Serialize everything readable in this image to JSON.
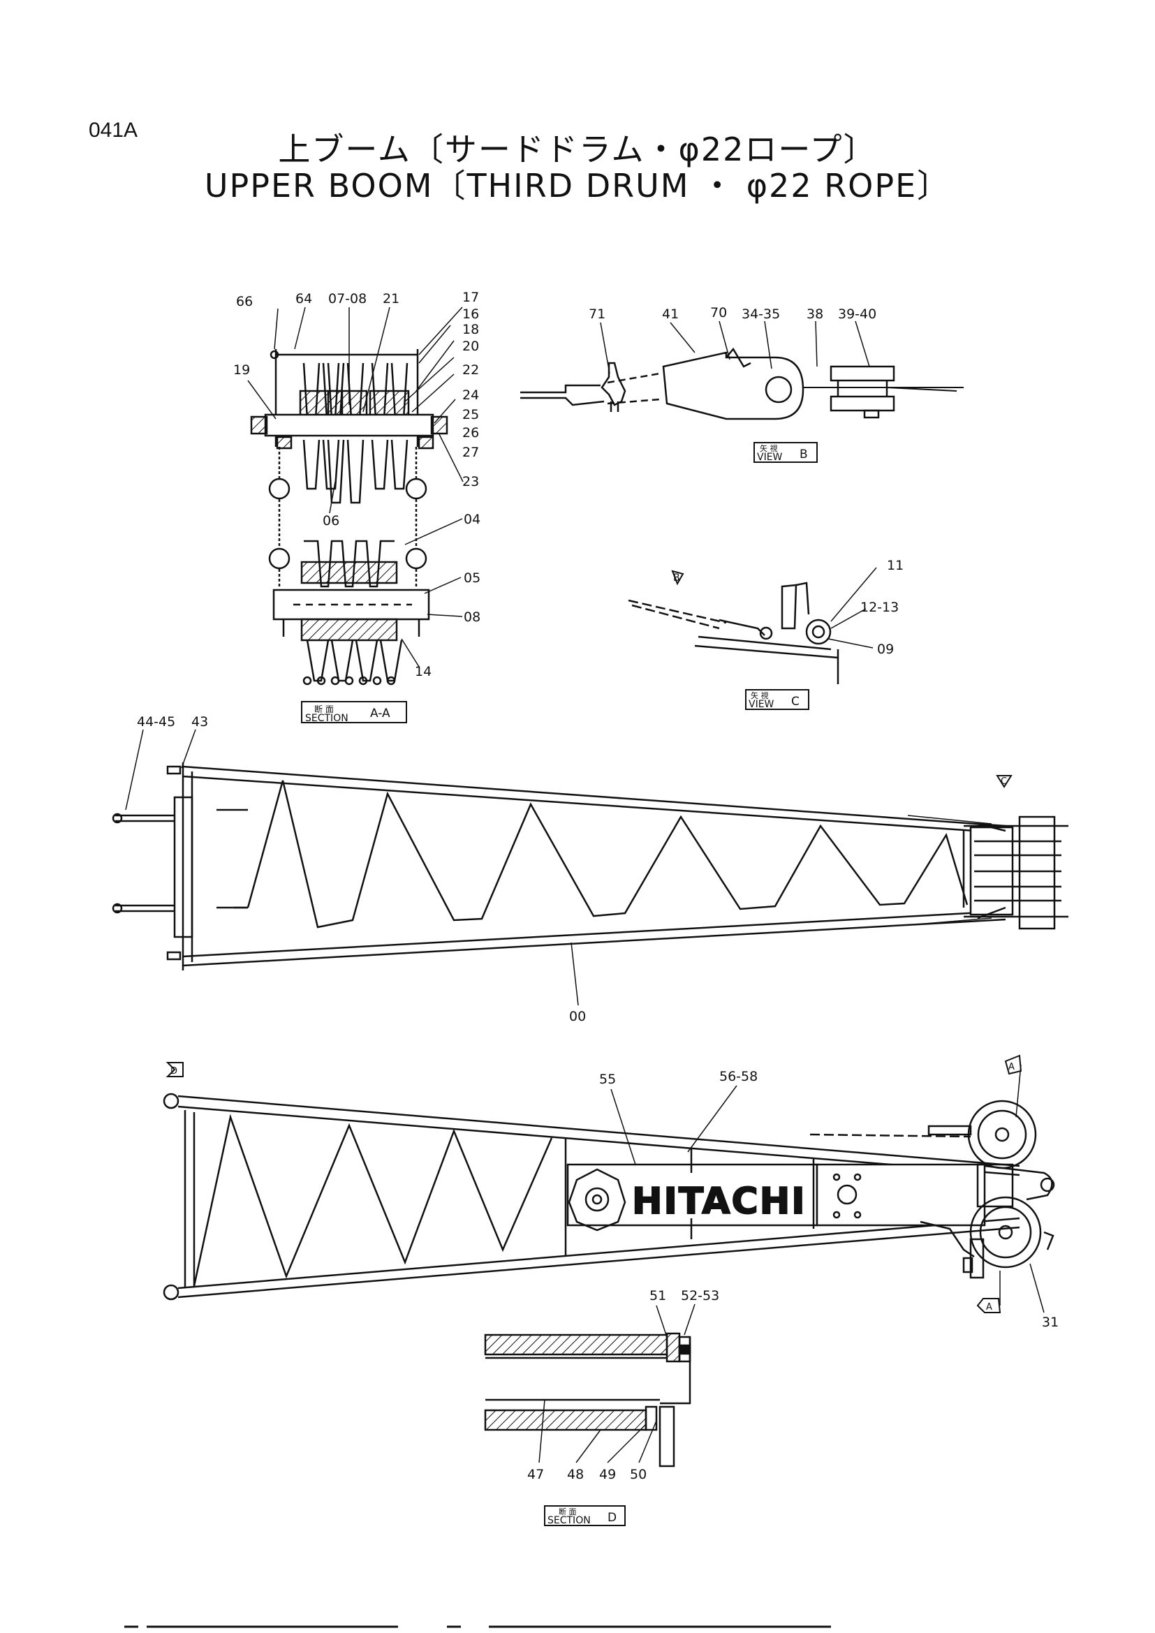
{
  "page_code": "041A",
  "title_ja": "上ブーム〔サードドラム・φ22ロープ〕",
  "title_en": "UPPER BOOM〔THIRD DRUM ・ φ22 ROPE〕",
  "section_aa": {
    "caption_ja": "断 面",
    "caption_en": "SECTION",
    "caption_tag": "A-A",
    "callouts": [
      "66",
      "64",
      "07-08",
      "21",
      "17",
      "16",
      "18",
      "20",
      "22",
      "19",
      "24",
      "25",
      "26",
      "27",
      "23",
      "06",
      "04",
      "05",
      "08",
      "14"
    ]
  },
  "view_b": {
    "caption_ja": "矢 視",
    "caption_en": "VIEW",
    "caption_tag": "B",
    "callouts": [
      "71",
      "41",
      "70",
      "34-35",
      "38",
      "39-40"
    ]
  },
  "view_c": {
    "caption_ja": "矢 視",
    "caption_en": "VIEW",
    "caption_tag": "C",
    "marker": "B",
    "callouts": [
      "11",
      "12-13",
      "09"
    ]
  },
  "top_view": {
    "marker": "C",
    "callouts": [
      "44-45",
      "43",
      "00"
    ]
  },
  "side_view": {
    "brand": "HITACHI",
    "marker_d": "D",
    "marker_a": "A",
    "callouts": [
      "55",
      "56-58",
      "31"
    ]
  },
  "section_d": {
    "caption_ja": "断 面",
    "caption_en": "SECTION",
    "caption_tag": "D",
    "callouts": [
      "51",
      "52-53",
      "47",
      "48",
      "49",
      "50"
    ]
  }
}
